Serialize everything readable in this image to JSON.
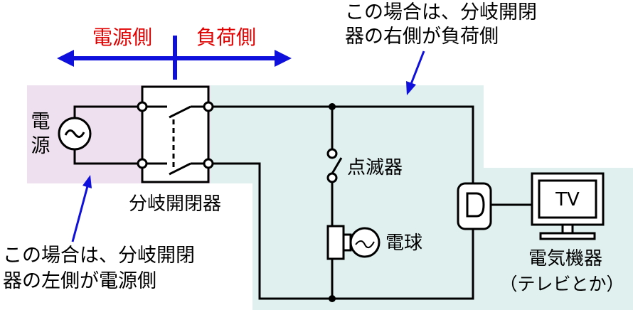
{
  "labels": {
    "source_side": "電源側",
    "load_side": "負荷側",
    "note_right_line1": "この場合は、分岐開閉",
    "note_right_line2": "器の右側が負荷側",
    "power_line1": "電",
    "power_line2": "源",
    "breaker": "分岐開閉器",
    "dimmer": "点滅器",
    "bulb": "電球",
    "tv": "TV",
    "appliance_line1": "電気機器",
    "appliance_line2": "（テレビとか）",
    "note_left_line1": "この場合は、分岐開閉",
    "note_left_line2": "器の左側が電源側"
  },
  "colors": {
    "source_region": "#eee0ee",
    "load_region": "#dff0ef",
    "arrow": "#1010dd",
    "side_label": "#e00000",
    "wire": "#000000"
  }
}
